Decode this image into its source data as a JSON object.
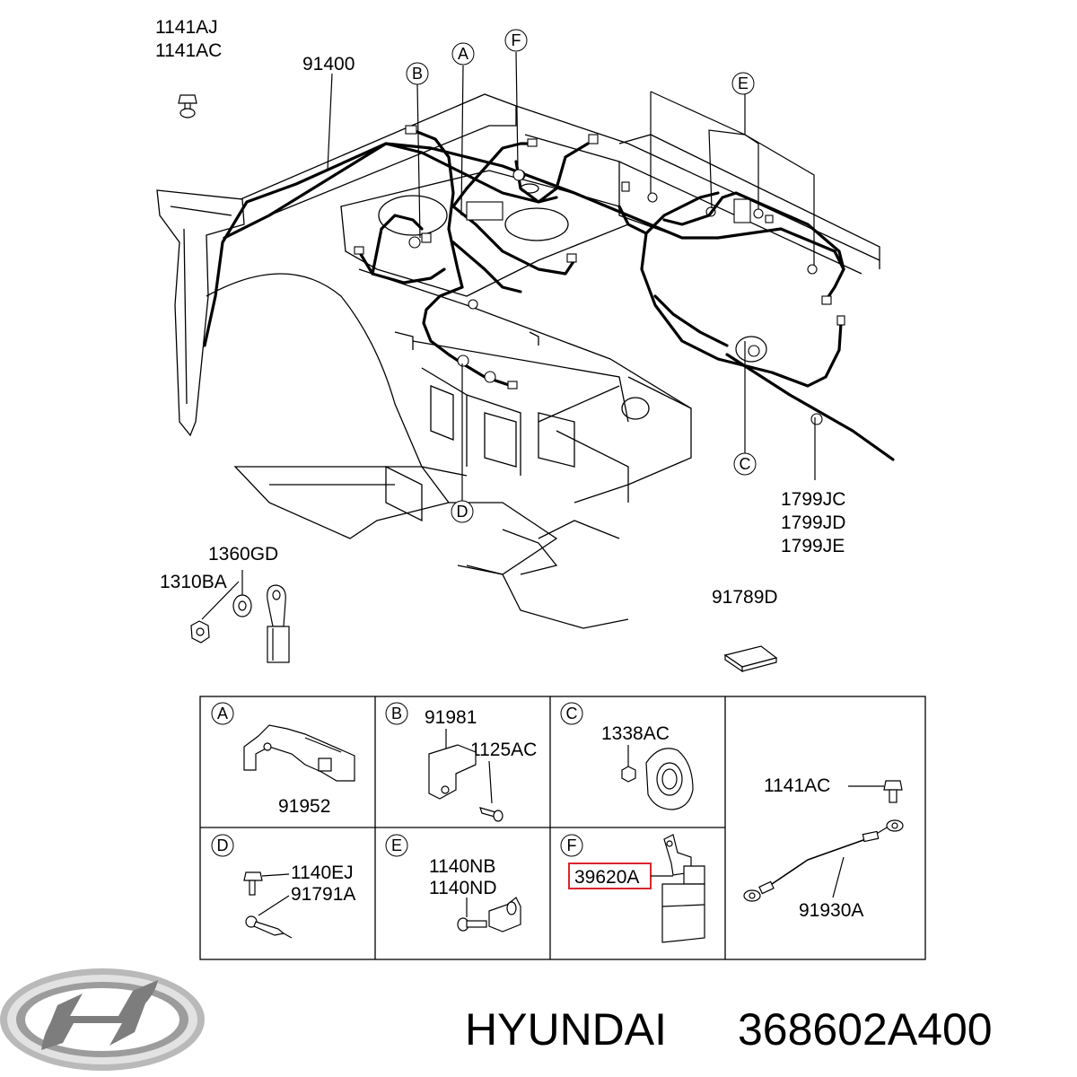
{
  "main_labels": {
    "top_bolt_line1": "1141AJ",
    "top_bolt_line2": "1141AC",
    "harness": "91400",
    "ground_line1": "1799JC",
    "ground_line2": "1799JD",
    "ground_line3": "1799JE",
    "washer": "1360GD",
    "nut": "1310BA",
    "tape": "91789D"
  },
  "callouts": [
    "A",
    "B",
    "C",
    "D",
    "E",
    "F"
  ],
  "details": {
    "a": {
      "letter": "A",
      "part": "91952"
    },
    "b": {
      "letter": "B",
      "part1": "91981",
      "part2": "1125AC"
    },
    "c": {
      "letter": "C",
      "part": "1338AC"
    },
    "d": {
      "letter": "D",
      "part1": "1140EJ",
      "part2": "91791A"
    },
    "e": {
      "letter": "E",
      "part1": "1140NB",
      "part2": "1140ND"
    },
    "f": {
      "letter": "F",
      "part": "39620A"
    },
    "g": {
      "part1": "1141AC",
      "part2": "91930A"
    }
  },
  "highlight_color": "#d9262f",
  "logo_icon": "hyundai-logo-icon",
  "footer": {
    "brand": "HYUNDAI",
    "part_number": "368602A400"
  }
}
